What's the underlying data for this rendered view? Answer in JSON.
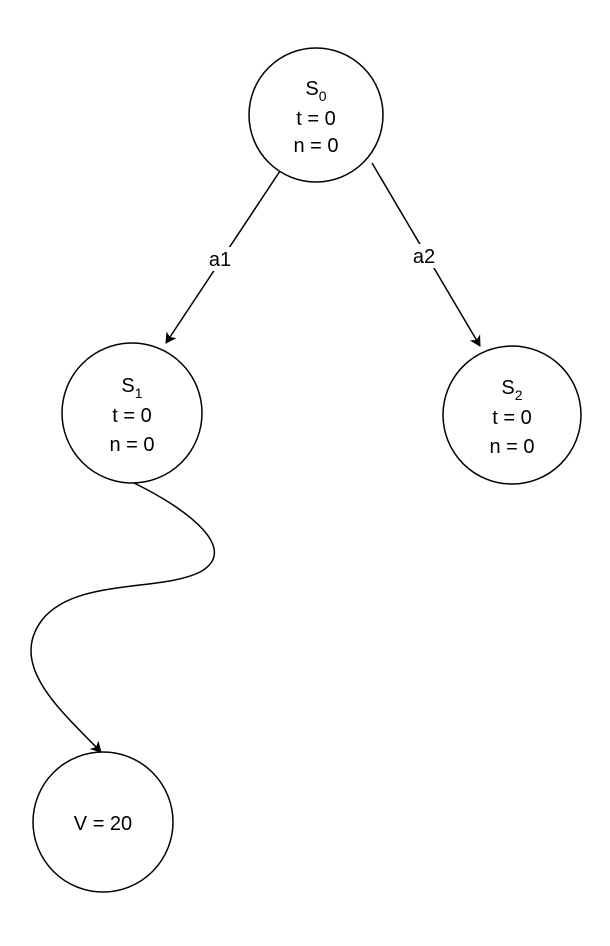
{
  "nodes": {
    "s0": {
      "symbol": "S",
      "subscript": "0",
      "t": "t = 0",
      "n": "n = 0"
    },
    "s1": {
      "symbol": "S",
      "subscript": "1",
      "t": "t = 0",
      "n": "n = 0"
    },
    "s2": {
      "symbol": "S",
      "subscript": "2",
      "t": "t = 0",
      "n": "n = 0"
    },
    "v": {
      "value": "V = 20"
    }
  },
  "edges": {
    "s0_s1": {
      "label": "a1"
    },
    "s0_s2": {
      "label": "a2"
    },
    "s1_v": {
      "label": ""
    }
  }
}
